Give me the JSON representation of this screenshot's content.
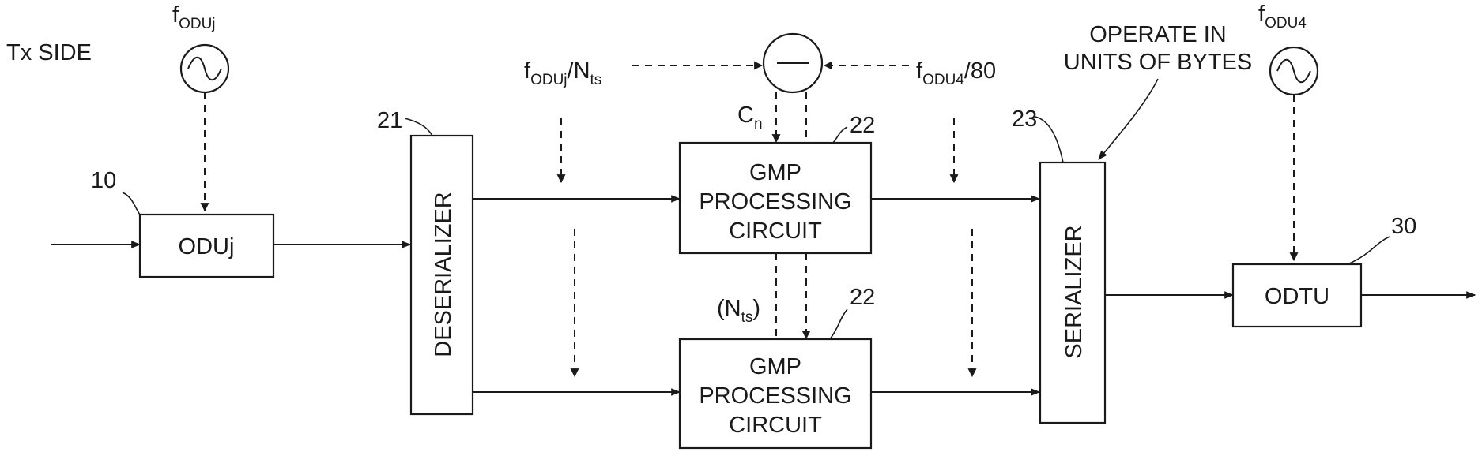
{
  "side_label": "Tx SIDE",
  "refs": {
    "odu_j": "10",
    "deserializer": "21",
    "gmp_top": "22",
    "gmp_bottom": "22",
    "serializer": "23",
    "odtu": "30"
  },
  "blocks": {
    "odu_j": "ODUj",
    "deserializer": "DESERIALIZER",
    "gmp_line1": "GMP",
    "gmp_line2": "PROCESSING",
    "gmp_line3": "CIRCUIT",
    "serializer": "SERIALIZER",
    "odtu": "ODTU"
  },
  "clocks": {
    "left": {
      "base": "f",
      "sub": "ODUj"
    },
    "right": {
      "base": "f",
      "sub": "ODU4"
    }
  },
  "signals": {
    "left_rate": {
      "base": "f",
      "sub1": "ODUj",
      "mid": "/N",
      "sub2": "ts"
    },
    "right_rate": {
      "base": "f",
      "sub1": "ODU4",
      "tail": "/80"
    },
    "cn": {
      "base": "C",
      "sub": "n"
    },
    "nts": {
      "open": "(N",
      "sub": "ts",
      "close": ")"
    }
  },
  "note": {
    "line1": "OPERATE IN",
    "line2": "UNITS OF BYTES"
  }
}
